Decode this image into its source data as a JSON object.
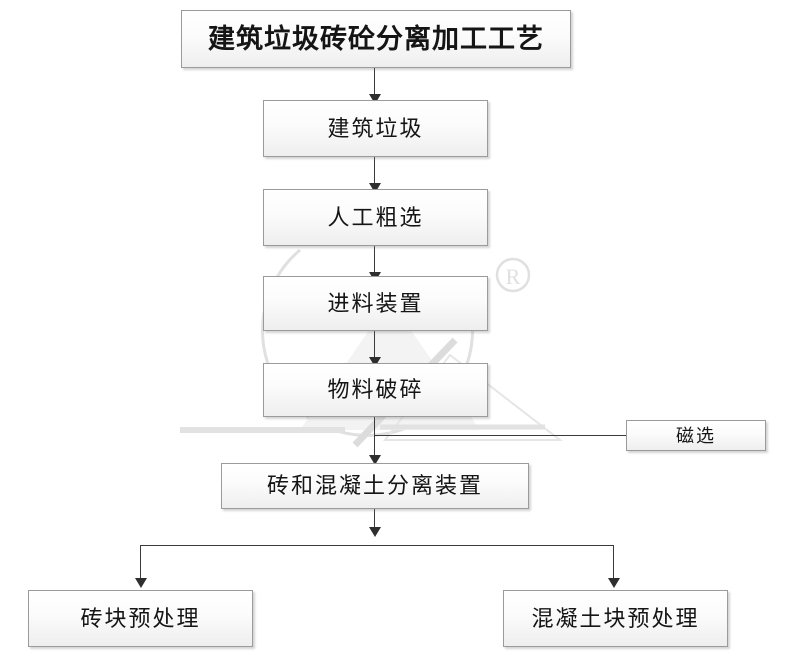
{
  "diagram": {
    "title_node": {
      "label": "建筑垃圾砖砼分离加工工艺"
    },
    "nodes": [
      {
        "id": "waste",
        "label": "建筑垃圾"
      },
      {
        "id": "manual",
        "label": "人工粗选"
      },
      {
        "id": "feeder",
        "label": "进料装置"
      },
      {
        "id": "crush",
        "label": "物料破碎"
      },
      {
        "id": "magnetic",
        "label": "磁选"
      },
      {
        "id": "separator",
        "label": "砖和混凝土分离装置"
      },
      {
        "id": "brick",
        "label": "砖块预处理"
      },
      {
        "id": "concrete",
        "label": "混凝土块预处理"
      }
    ],
    "watermark": {
      "registered_mark": "®"
    },
    "colors": {
      "box_border": "#9b9b9b",
      "box_fill_top": "#ffffff",
      "box_fill_bottom": "#eeeeee",
      "connector": "#3a3a3a",
      "text": "#151515",
      "watermark": "#e3e3e3",
      "background": "#ffffff"
    }
  }
}
